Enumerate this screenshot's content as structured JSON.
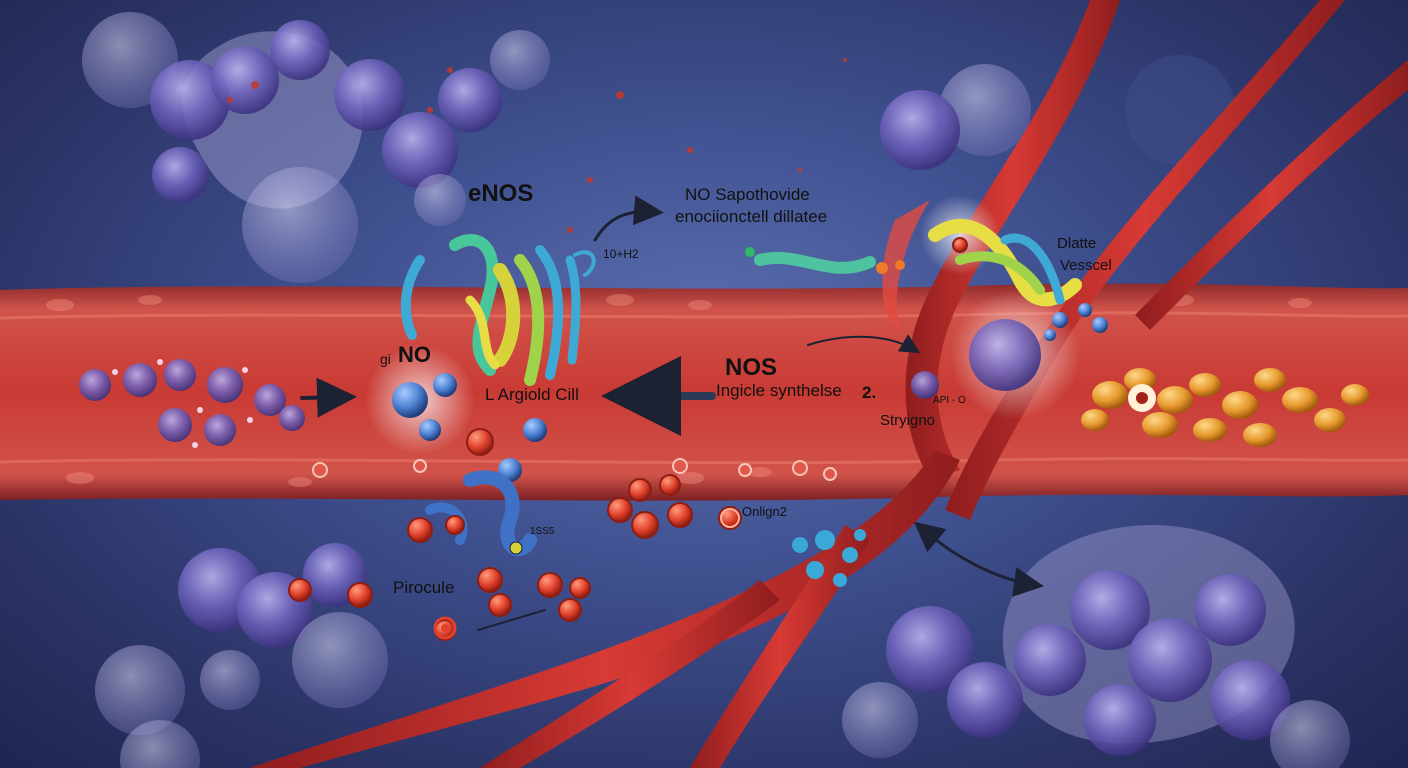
{
  "labels": {
    "enos": "eNOS",
    "no_sapothovide": "NO Sapothovide",
    "enociionctell_dillatee": "enociionctell dillatee",
    "formula_10h2": "10+H2",
    "dilate": "Dlatte",
    "vessel": "Vesscel",
    "gi": "gi",
    "no_left": "NO",
    "l_argiold_cill": "L Argiold Cill",
    "nos": "NOS",
    "ingicle_synthese": "Ingicle synthelse",
    "step_2": "2.",
    "api_o": "API - O",
    "strygno": "Stryigno",
    "pirocule": "Pirocule",
    "tss5": "1SS5",
    "onign2": "Onlign2"
  },
  "colors": {
    "background": "#3e4f8e",
    "vessel": "#c93a34",
    "cell": "#6b5fb8",
    "molecule_red": "#e0412b",
    "molecule_blue": "#4a7fd0",
    "rbc_orange": "#e69a2e",
    "arrow": "#1c2233"
  }
}
